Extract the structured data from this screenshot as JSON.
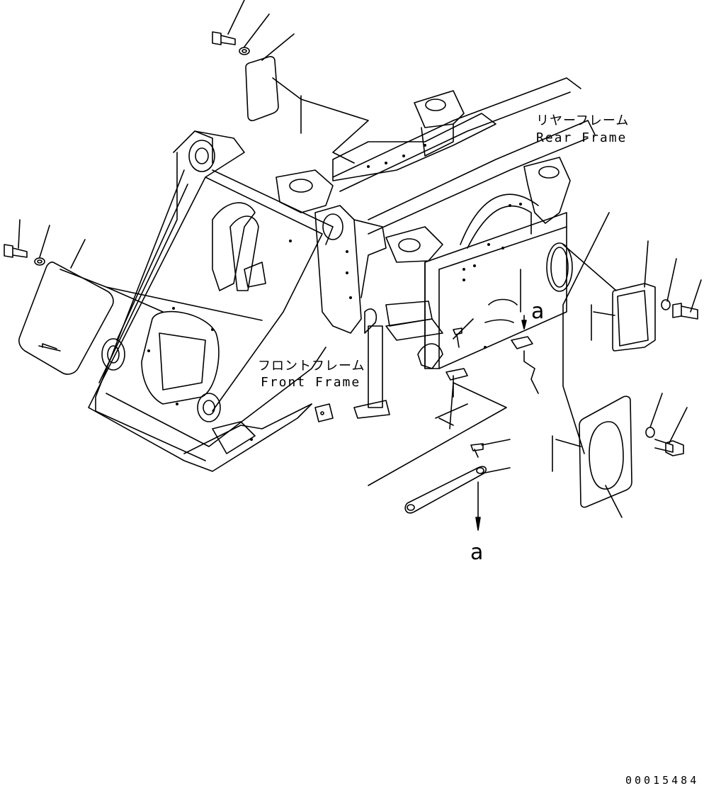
{
  "labels": {
    "rear_frame_jp": "リヤーフレーム",
    "rear_frame_en": "Rear Frame",
    "front_frame_jp": "フロントフレーム",
    "front_frame_en": "Front Frame",
    "view_mark_upper": "a",
    "view_mark_lower": "a",
    "drawing_number": "00015484"
  },
  "colors": {
    "line": "#000000",
    "background": "#ffffff"
  }
}
